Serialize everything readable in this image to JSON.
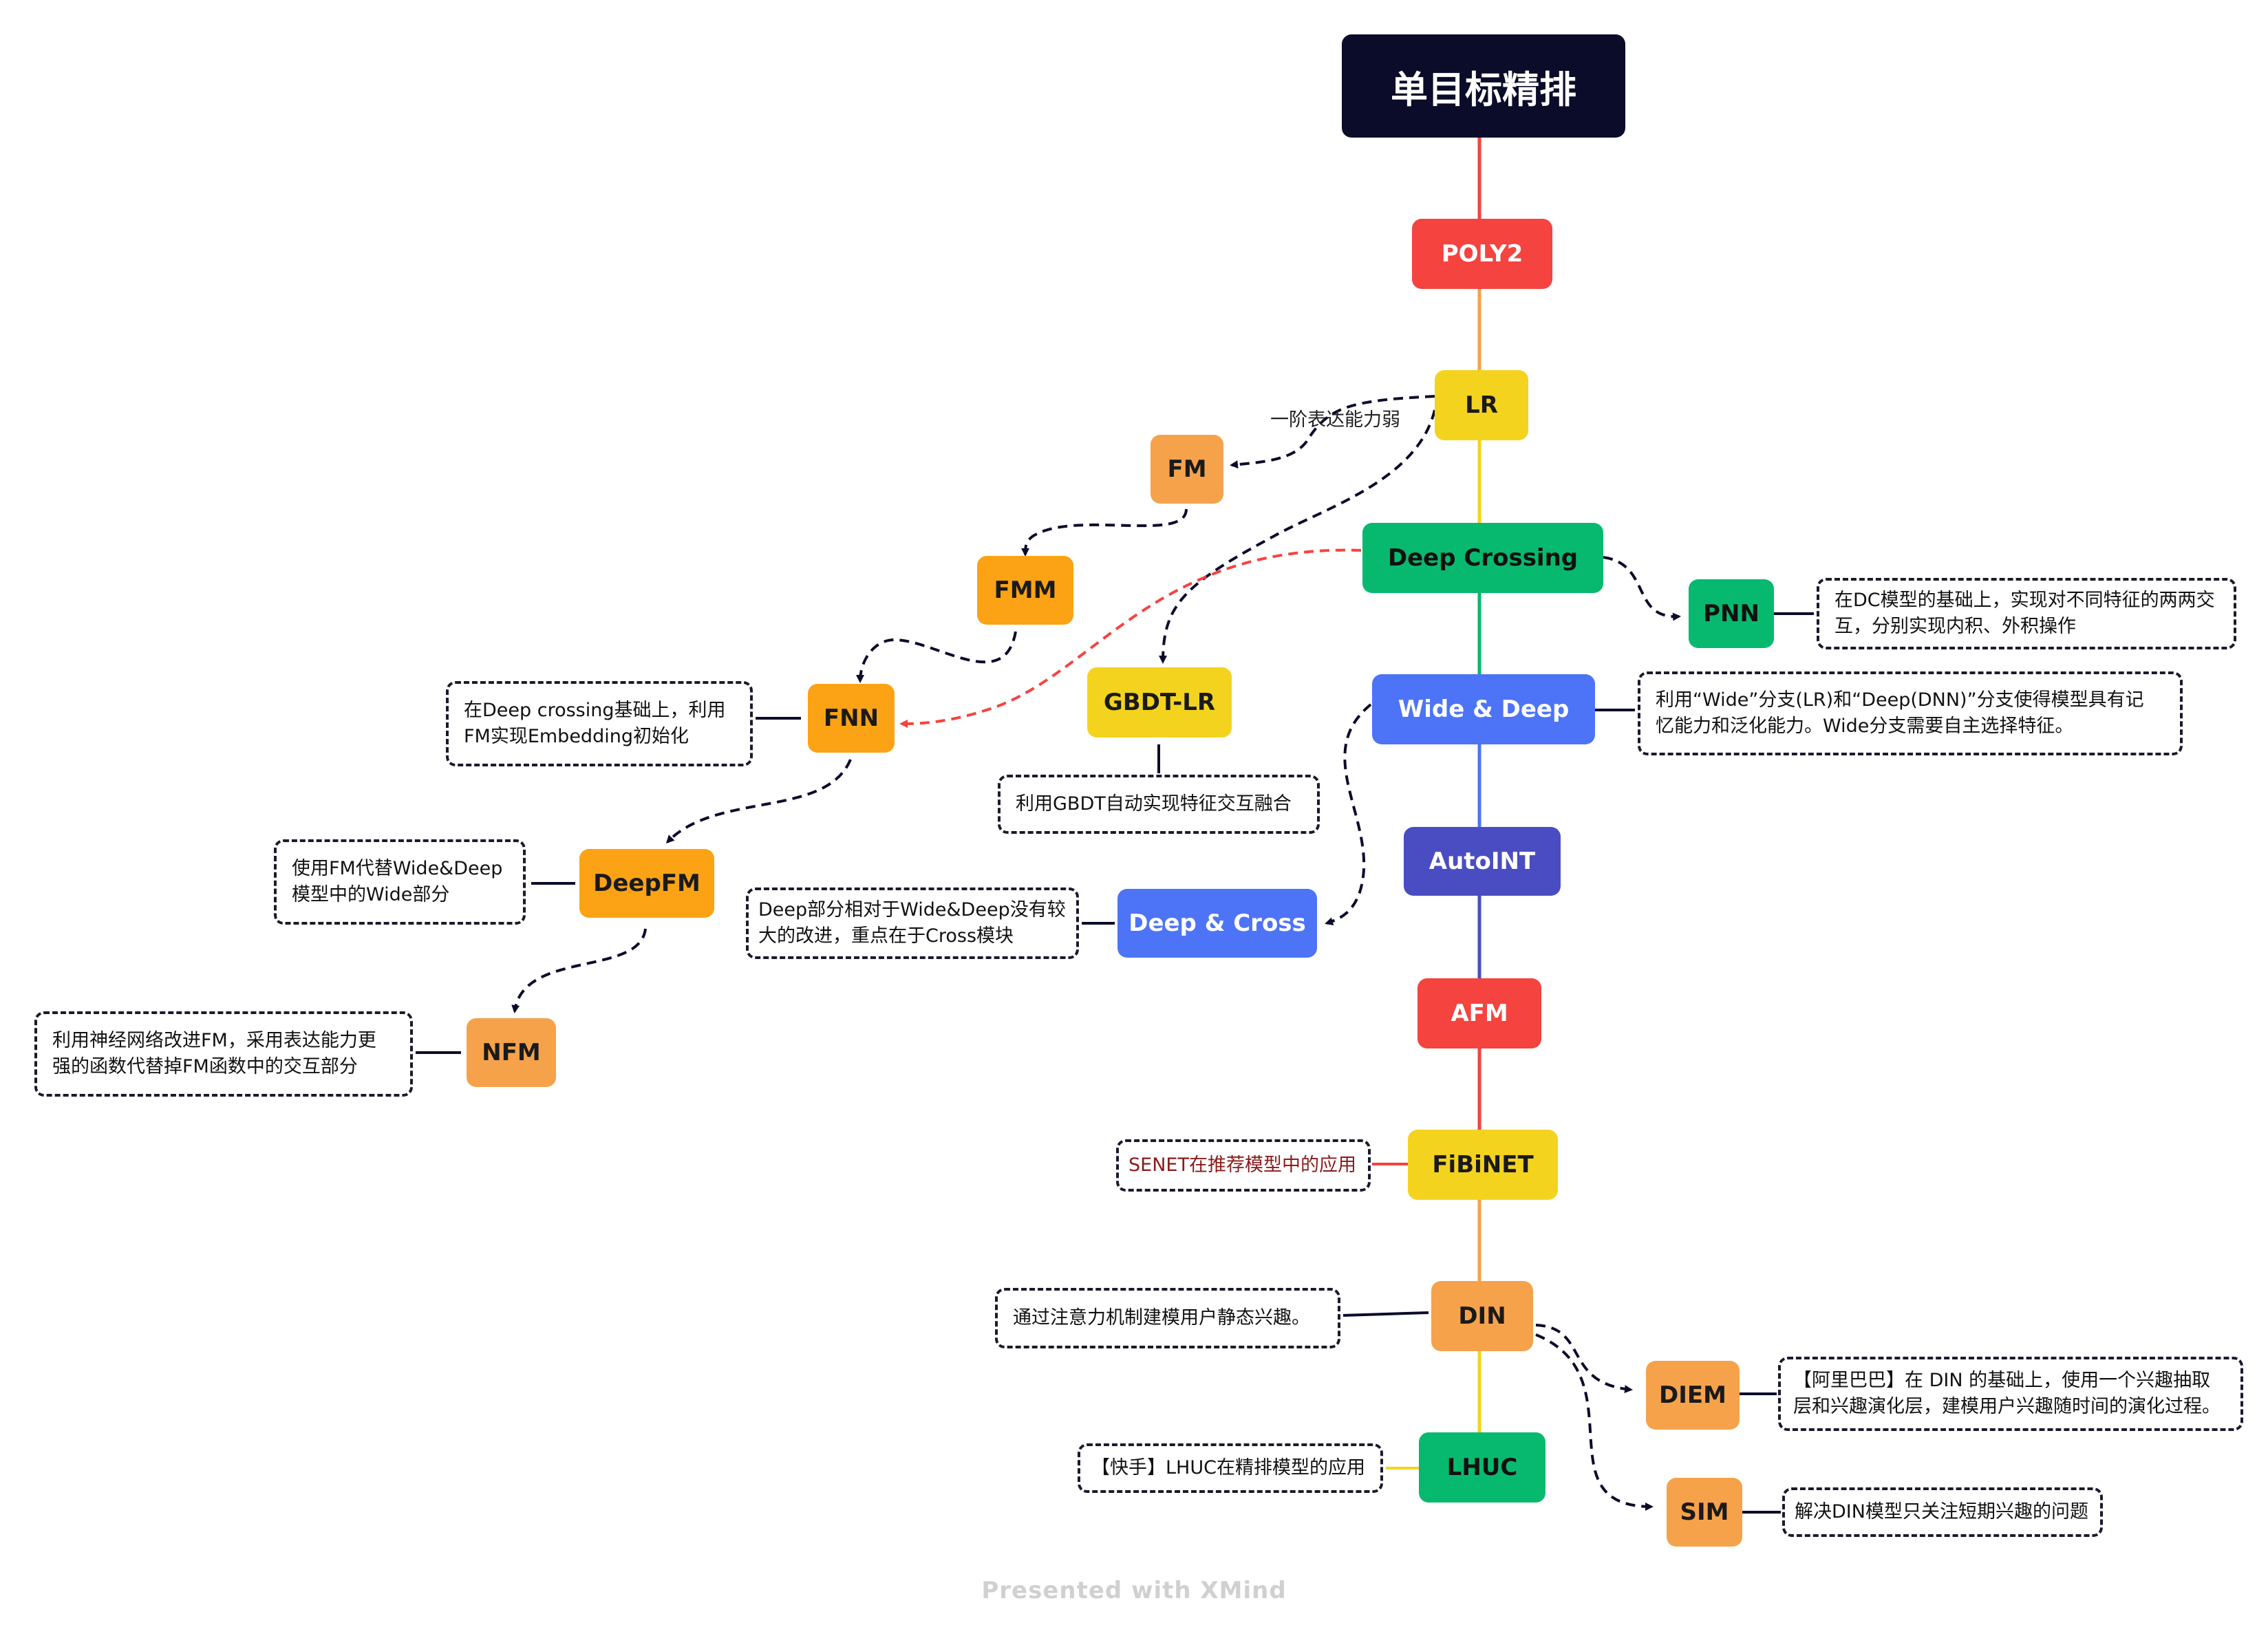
{
  "root": {
    "label": "单目标精排"
  },
  "models": {
    "poly2": "POLY2",
    "lr": "LR",
    "deep_crossing": "Deep Crossing",
    "wide_deep": "Wide & Deep",
    "autoint": "AutoINT",
    "afm": "AFM",
    "fibinet": "FiBiNET",
    "din": "DIN",
    "lhuc": "LHUC",
    "fm": "FM",
    "fmm": "FMM",
    "fnn": "FNN",
    "deepfm": "DeepFM",
    "nfm": "NFM",
    "gbdt_lr": "GBDT-LR",
    "pnn": "PNN",
    "deep_cross": "Deep & Cross",
    "diem": "DIEM",
    "sim": "SIM"
  },
  "edge_labels": {
    "lr_to_fm": "一阶表达能力弱"
  },
  "notes": {
    "pnn": [
      "在DC模型的基础上，实现对不同特征的两两交",
      "互，分别实现内积、外积操作"
    ],
    "wide_deep": [
      "利用“Wide”分支(LR)和“Deep(DNN)”分支使得模型具有记",
      "忆能力和泛化能力。Wide分支需要自主选择特征。"
    ],
    "fnn": [
      "在Deep crossing基础上，利用",
      "FM实现Embedding初始化"
    ],
    "gbdt_lr": [
      "利用GBDT自动实现特征交互融合"
    ],
    "deepfm": [
      "使用FM代替Wide&Deep",
      "模型中的Wide部分"
    ],
    "deep_cross": [
      "Deep部分相对于Wide&Deep没有较",
      "大的改进，重点在于Cross模块"
    ],
    "nfm": [
      "利用神经网络改进FM，采用表达能力更",
      "强的函数代替掉FM函数中的交互部分"
    ],
    "fibinet": [
      "SENET在推荐模型中的应用"
    ],
    "din": [
      "通过注意力机制建模用户静态兴趣。"
    ],
    "diem": [
      "【阿里巴巴】在 DIN 的基础上，使用一个兴趣抽取",
      "层和兴趣演化层，建模用户兴趣随时间的演化过程。"
    ],
    "lhuc": [
      "【快手】LHUC在精排模型的应用"
    ],
    "sim": [
      "解决DIN模型只关注短期兴趣的问题"
    ]
  },
  "colors": {
    "dark": "#0b0c2a",
    "red": "#f5433f",
    "orange": "#f6a24b",
    "orange_deep": "#fba314",
    "yellow": "#f4d31f",
    "green": "#07b96e",
    "blue": "#4d74f7",
    "indigo": "#4a4dc2",
    "red_text": "#8b1a1a"
  },
  "footer": "Presented with XMind"
}
